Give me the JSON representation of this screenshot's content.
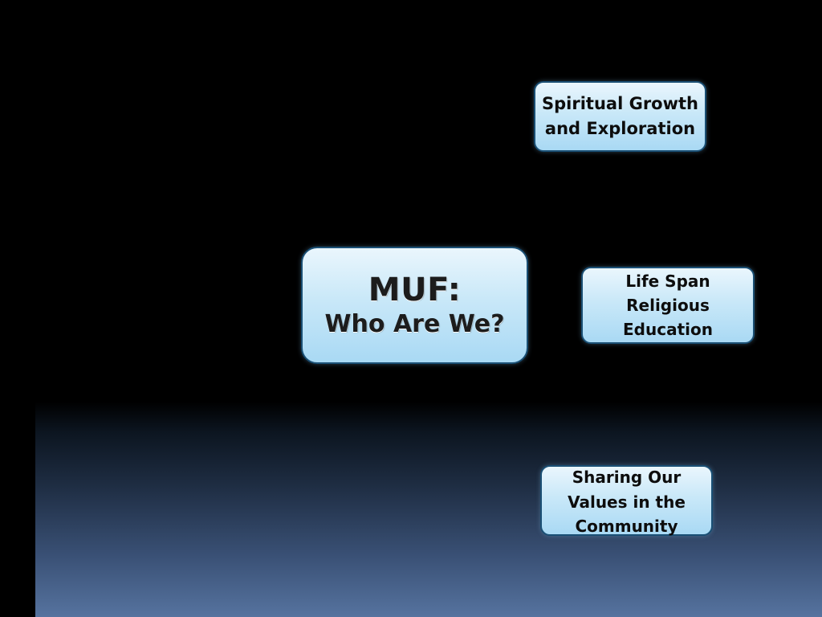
{
  "central_node": {
    "title": "MUF:",
    "subtitle": "Who Are We?"
  },
  "branches": [
    {
      "lines": [
        "Spiritual Growth",
        "and Exploration"
      ]
    },
    {
      "lines": [
        "Life Span",
        "Religious",
        "Education"
      ]
    },
    {
      "lines": [
        "Sharing Our",
        "Values in the",
        "Community"
      ]
    }
  ],
  "colors": {
    "background": "#000000",
    "node_fill": "#c9e8f8",
    "node_border": "#1a4f74",
    "gradient_bottom": "#56739f"
  }
}
